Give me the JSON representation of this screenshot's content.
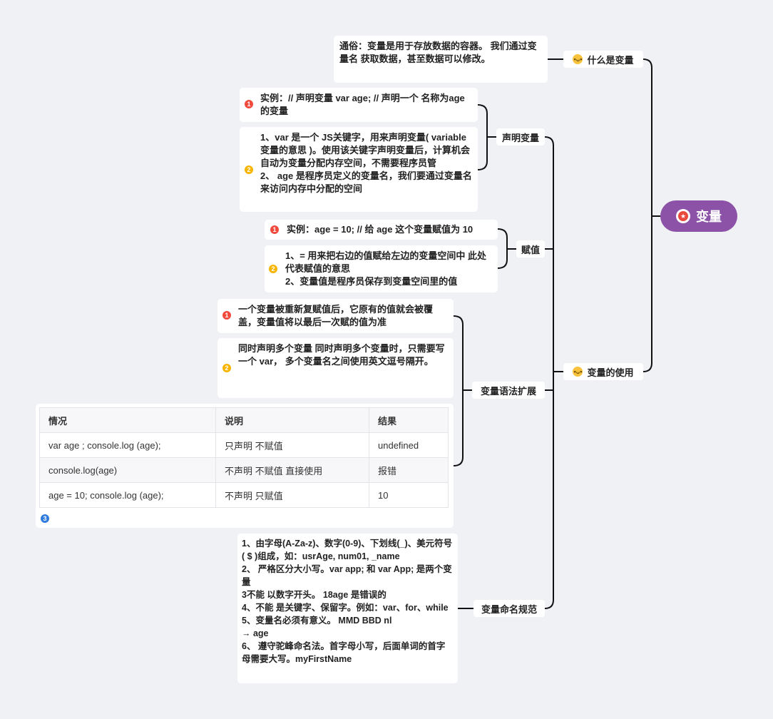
{
  "root": {
    "label": "变量"
  },
  "branches": {
    "what_is": {
      "label": "什么是变量",
      "note": "通俗：变量是用于存放数据的容器。 我们通过变量名 获取数据，甚至数据可以修改。"
    },
    "usage": {
      "label": "变量的使用",
      "declare": {
        "label": "声明变量",
        "item1": "实例：// 声明变量   var age; // 声明一个 名称为age 的变量",
        "item2": "1、var 是一个 JS关键字，用来声明变量( variable 变量的意思 )。使用该关键字声明变量后，计算机会 自动为变量分配内存空间，不需要程序员管\n2、 age 是程序员定义的变量名，我们要通过变量名来访问内存中分配的空间"
      },
      "assign": {
        "label": "赋值",
        "item1": "实例：age = 10; // 给 age  这个变量赋值为 10",
        "item2": "1、= 用来把右边的值赋给左边的变量空间中   此处代表赋值的意思\n2、变量值是程序员保存到变量空间里的值"
      },
      "syntax": {
        "label": "变量语法扩展",
        "item1": "一个变量被重新复赋值后，它原有的值就会被覆盖，变量值将以最后一次赋的值为准",
        "item2": "同时声明多个变量  同时声明多个变量时，只需要写一个 var， 多个变量名之间使用英文逗号隔开。",
        "table": {
          "headers": [
            "情况",
            "说明",
            "结果"
          ],
          "rows": [
            [
              "var  age ; console.log (age);",
              "只声明 不赋值",
              "undefined"
            ],
            [
              "console.log(age)",
              "不声明 不赋值  直接使用",
              "报错"
            ],
            [
              "age   = 10; console.log (age);",
              "不声明   只赋值",
              "10"
            ]
          ]
        }
      },
      "naming": {
        "label": "变量命名规范",
        "note": "1、由字母(A-Za-z)、数字(0-9)、下划线(_)、美元符号( $ )组成，如：usrAge, num01, _name\n2、 严格区分大小写。var app; 和 var App; 是两个变量\n3不能 以数字开头。  18age   是错误的\n4、不能 是关键字、保留字。例如：var、for、while\n5、变量名必须有意义。 MMD   BBD       nl\n→     age\n6、 遵守驼峰命名法。首字母小写，后面单词的首字母需要大写。myFirstName"
      }
    }
  },
  "markers": {
    "one": "1",
    "two": "2",
    "three": "3"
  },
  "colors": {
    "root": "#8b52a8",
    "red_marker": "#f24b3e",
    "yellow_marker": "#f7b500",
    "blue_marker": "#2f7bde",
    "background": "#f0f1f5"
  },
  "icons": {
    "root": "star-icon",
    "branch": "thinking-face-icon"
  }
}
